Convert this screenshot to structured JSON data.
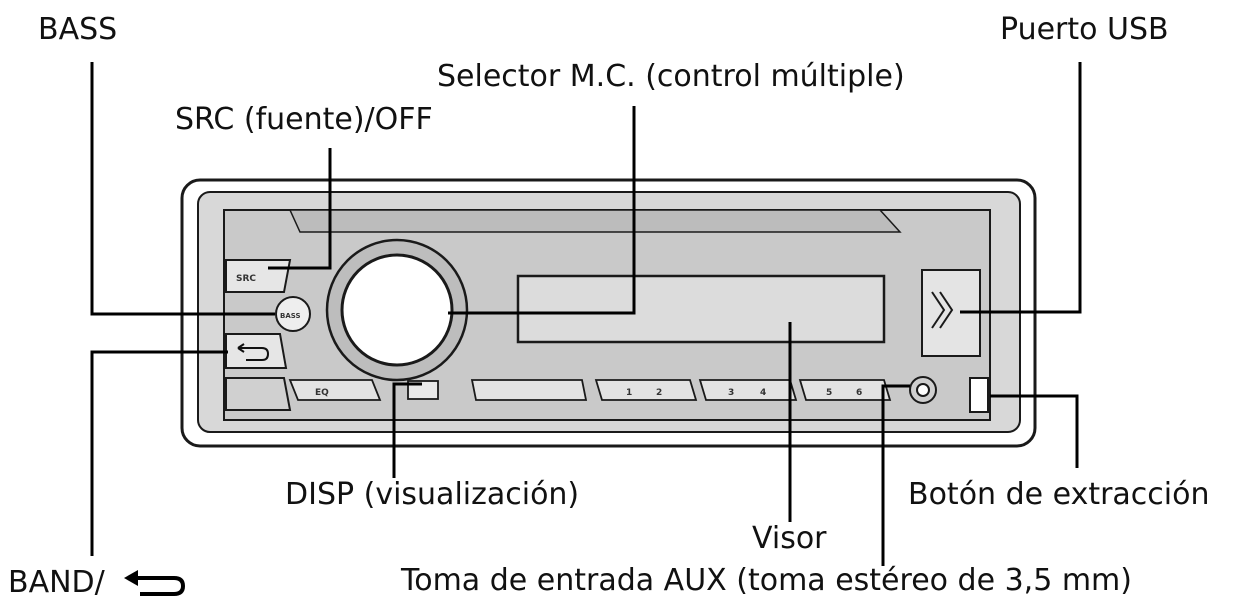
{
  "labels": {
    "bass": "BASS",
    "src_off": "SRC (fuente)/OFF",
    "selector": "Selector M.C. (control múltiple)",
    "usb_port": "Puerto USB",
    "disp": "DISP (visualización)",
    "visor": "Visor",
    "eject_button": "Botón de extracción",
    "band": "BAND/",
    "aux_jack": "Toma de entrada AUX (toma estéreo de 3,5 mm)"
  },
  "unit": {
    "src_key": "SRC",
    "bass_key": "BASS",
    "eq_key": "EQ",
    "preset_keys": [
      "1",
      "2",
      "3",
      "4",
      "5",
      "6"
    ]
  }
}
